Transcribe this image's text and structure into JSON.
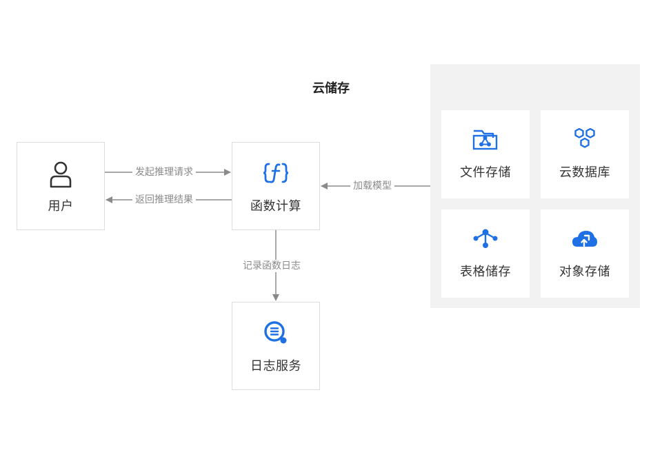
{
  "nodes": {
    "user": {
      "label": "用户",
      "icon": "user-icon"
    },
    "function_compute": {
      "label": "函数计算",
      "icon": "function-icon"
    },
    "log_service": {
      "label": "日志服务",
      "icon": "log-service-icon"
    }
  },
  "storage": {
    "title": "云储存",
    "items": [
      {
        "label": "文件存储",
        "icon": "file-storage-icon"
      },
      {
        "label": "云数据库",
        "icon": "cloud-database-icon"
      },
      {
        "label": "表格储存",
        "icon": "table-storage-icon"
      },
      {
        "label": "对象存储",
        "icon": "object-storage-icon"
      }
    ]
  },
  "edges": {
    "request": "发起推理请求",
    "response": "返回推理结果",
    "load_model": "加载模型",
    "log": "记录函数日志"
  },
  "colors": {
    "accent": "#1f6fe5",
    "border": "#dcdcdc",
    "arrow": "#8a8a8a",
    "group_bg": "#f2f2f2",
    "text": "#333333"
  }
}
